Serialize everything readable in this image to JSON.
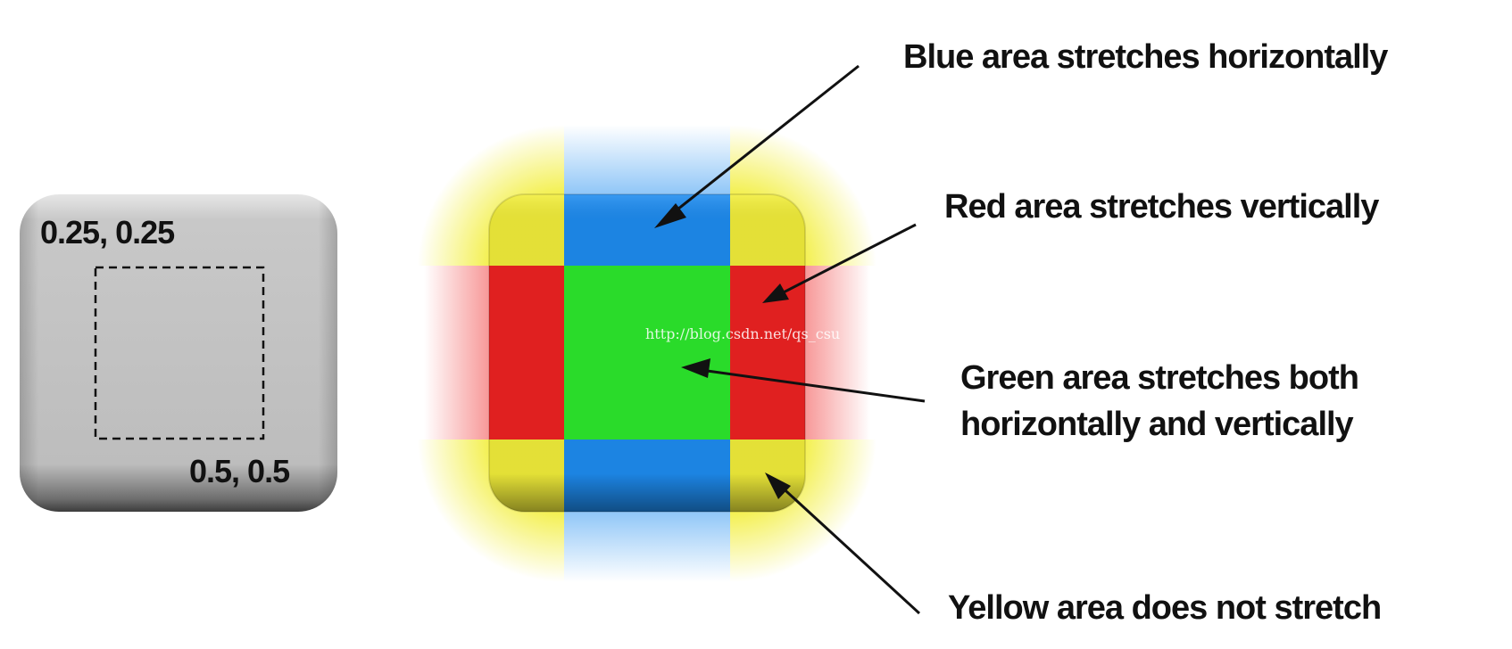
{
  "example_button": {
    "top_left_inset": "0.25, 0.25",
    "bottom_right_inset": "0.5, 0.5"
  },
  "annotations": {
    "blue": "Blue area stretches horizontally",
    "red": "Red area stretches vertically",
    "green_line1": "Green area stretches both",
    "green_line2": "horizontally and vertically",
    "yellow": "Yellow area does not stretch"
  },
  "watermark": "http://blog.csdn.net/qs_csu",
  "colors": {
    "blue": "#1E8CF0",
    "red": "#EE2222",
    "green": "#2ADB2A",
    "yellow": "#F2EE3A",
    "button_gray": "#BDBDBD"
  }
}
